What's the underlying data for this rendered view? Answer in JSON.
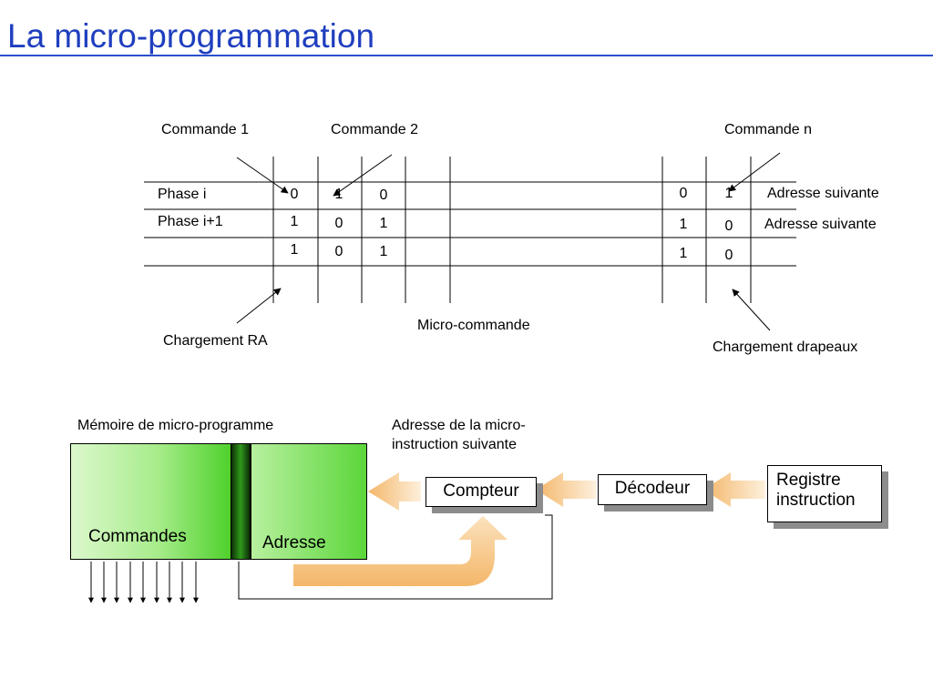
{
  "title": "La micro-programmation",
  "table": {
    "headers": {
      "commande_1": "Commande 1",
      "commande_2": "Commande 2",
      "commande_n": "Commande n"
    },
    "rows": [
      {
        "label": "Phase i",
        "bits": [
          "0",
          "1",
          "0"
        ],
        "tail": [
          "0",
          "1"
        ],
        "next": "Adresse suivante"
      },
      {
        "label": "Phase i+1",
        "bits": [
          "1",
          "0",
          "1"
        ],
        "tail": [
          "1",
          "0"
        ],
        "next": "Adresse suivante"
      },
      {
        "label": "",
        "bits": [
          "1",
          "0",
          "1"
        ],
        "tail": [
          "1",
          "0"
        ],
        "next": ""
      }
    ],
    "chargement_ra": "Chargement RA",
    "micro_commande": "Micro-commande",
    "chargement_drapeaux": "Chargement drapeaux"
  },
  "architecture": {
    "memoire_label": "Mémoire de micro-programme",
    "commandes": "Commandes",
    "adresse": "Adresse",
    "adresse_suivante_line1": "Adresse de la micro-",
    "adresse_suivante_line2": "instruction suivante",
    "compteur": "Compteur",
    "decodeur": "Décodeur",
    "registre_line1": "Registre",
    "registre_line2": "instruction"
  },
  "colors": {
    "title": "#1f3fbf",
    "flow_arrow": "#f4b669",
    "memory_green": "#4fd12c"
  }
}
